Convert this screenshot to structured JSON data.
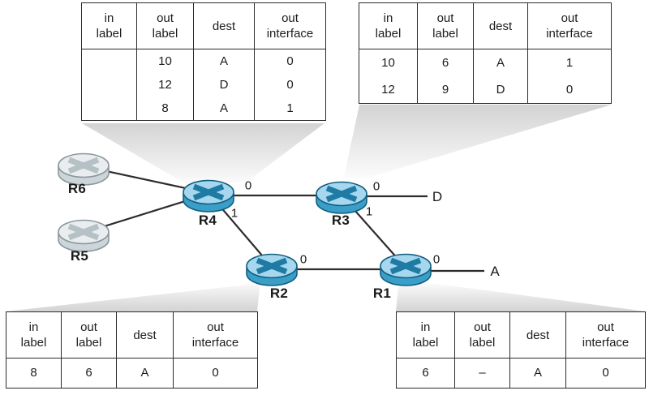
{
  "colors": {
    "router_blue_top": "#a6d7ee",
    "router_blue_side": "#3a9fc8",
    "router_blue_x": "#1f7ba4",
    "router_gray_top": "#e9edef",
    "router_gray_side": "#ccd5d9",
    "router_gray_x": "#b6c1c6",
    "link_line": "#2c2c2c",
    "callout_wedge": "#d3d3d3",
    "table_border": "#2b2b2b"
  },
  "nodes": {
    "r1": "R1",
    "r2": "R2",
    "r3": "R3",
    "r4": "R4",
    "r5": "R5",
    "r6": "R6",
    "dest_a": "A",
    "dest_d": "D"
  },
  "interfaces": {
    "r4_0": "0",
    "r4_1": "1",
    "r3_0": "0",
    "r3_1": "1",
    "r2_0": "0",
    "r1_0": "0"
  },
  "tables": {
    "r4": {
      "headers": [
        "in\nlabel",
        "out\nlabel",
        "dest",
        "out\ninterface"
      ],
      "rows": [
        [
          "",
          "10",
          "A",
          "0"
        ],
        [
          "",
          "12",
          "D",
          "0"
        ],
        [
          "",
          "8",
          "A",
          "1"
        ]
      ]
    },
    "r3": {
      "headers": [
        "in\nlabel",
        "out\nlabel",
        "dest",
        "out\ninterface"
      ],
      "rows": [
        [
          "10",
          "6",
          "A",
          "1"
        ],
        [
          "12",
          "9",
          "D",
          "0"
        ]
      ]
    },
    "r2": {
      "headers": [
        "in\nlabel",
        "out\nlabel",
        "dest",
        "out\ninterface"
      ],
      "rows": [
        [
          "8",
          "6",
          "A",
          "0"
        ]
      ]
    },
    "r1": {
      "headers": [
        "in\nlabel",
        "out\nlabel",
        "dest",
        "out\ninterface"
      ],
      "rows": [
        [
          "6",
          "–",
          "A",
          "0"
        ]
      ]
    }
  }
}
